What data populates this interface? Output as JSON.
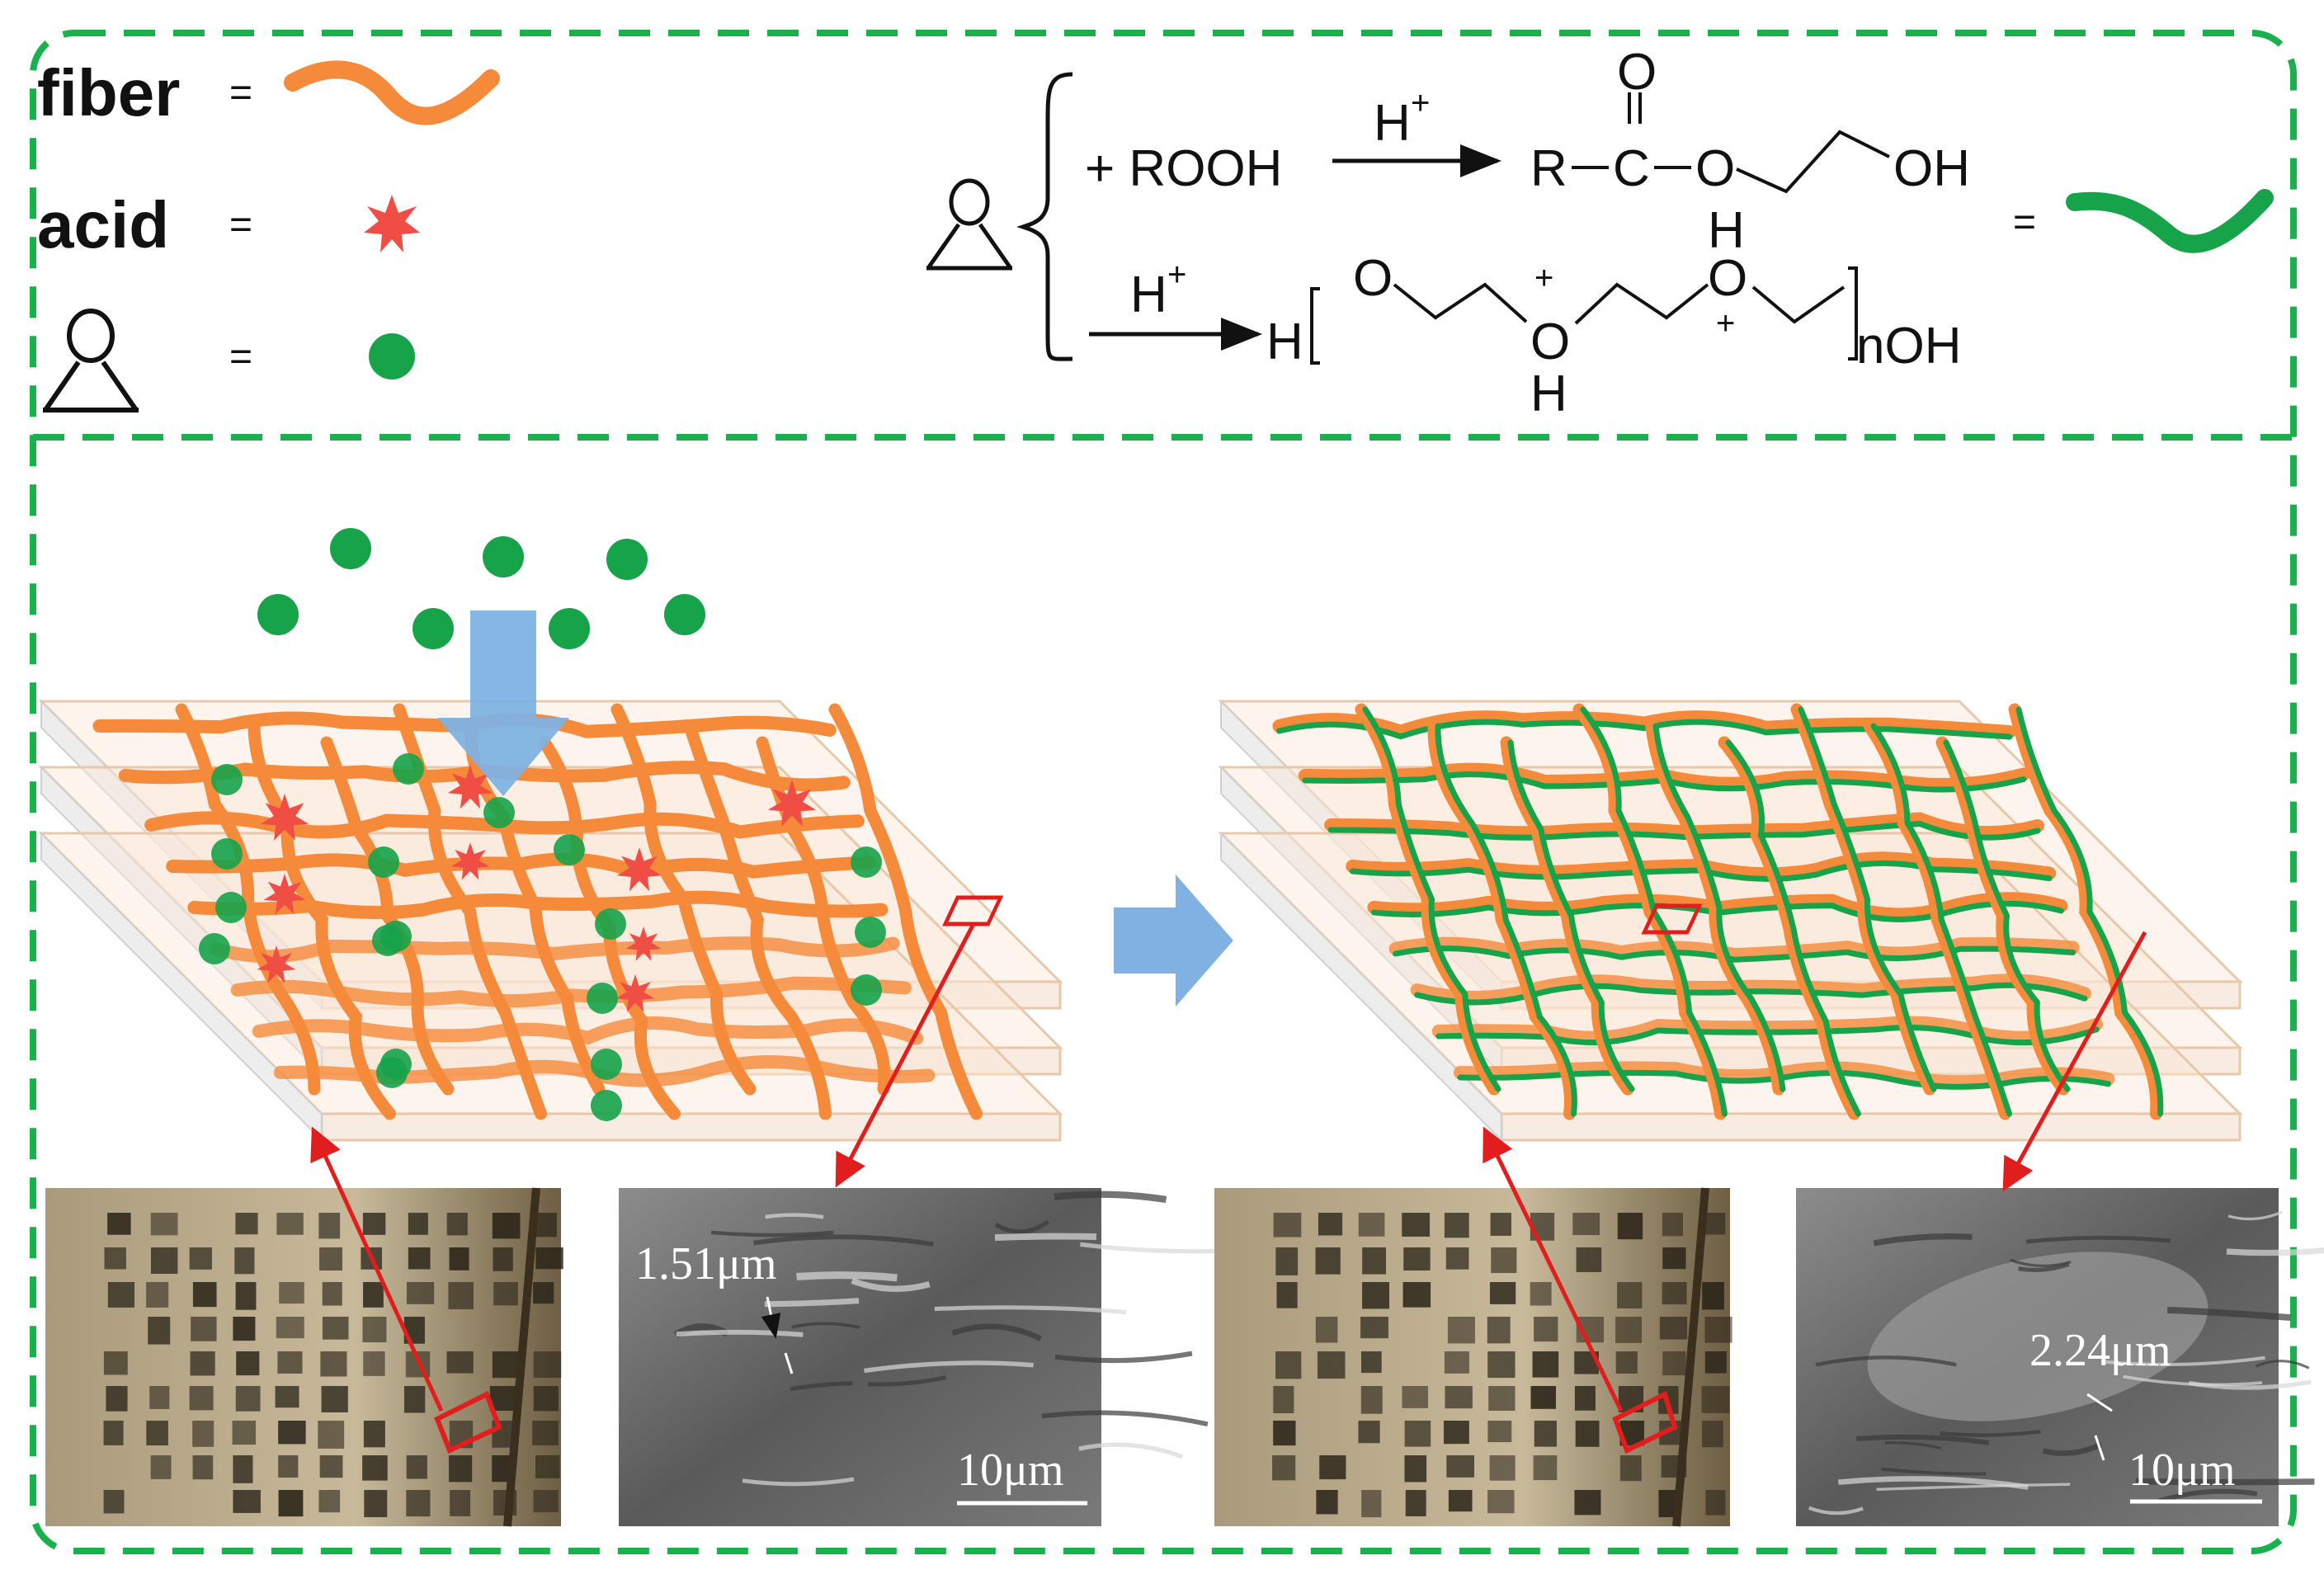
{
  "legend": {
    "fiber_label": "fiber",
    "acid_label": "acid",
    "equals": "=",
    "epoxide_icon": "epoxide-ring-icon",
    "epoxide_symbol": "green-dot"
  },
  "reaction": {
    "reagent": "+ ROOH",
    "catalyst": "H",
    "catalyst_charge": "+",
    "product1": {
      "r": "R",
      "c": "C",
      "o_carbonyl": "O",
      "o_ester": "O",
      "oh": "OH"
    },
    "product2": {
      "h": "H",
      "o1": "O",
      "o2": "O",
      "o3": "O",
      "h_top": "H",
      "h_bottom": "H",
      "n_oh": "nOH",
      "plus": "+"
    },
    "equals": "="
  },
  "colors": {
    "frame": "#19b14c",
    "fiber": "#f58a3a",
    "epoxy": "#16a34a",
    "acid": "#f04e45",
    "arrow": "#7fb2e2",
    "pointer": "#e11d1d"
  },
  "sem": {
    "left_measure": "1.51μm",
    "left_scale": "10μm",
    "right_measure": "2.24μm",
    "right_scale": "10μm"
  },
  "icons": {
    "process_arrow": "right-arrow-icon",
    "drop_arrow": "down-arrow-icon"
  }
}
